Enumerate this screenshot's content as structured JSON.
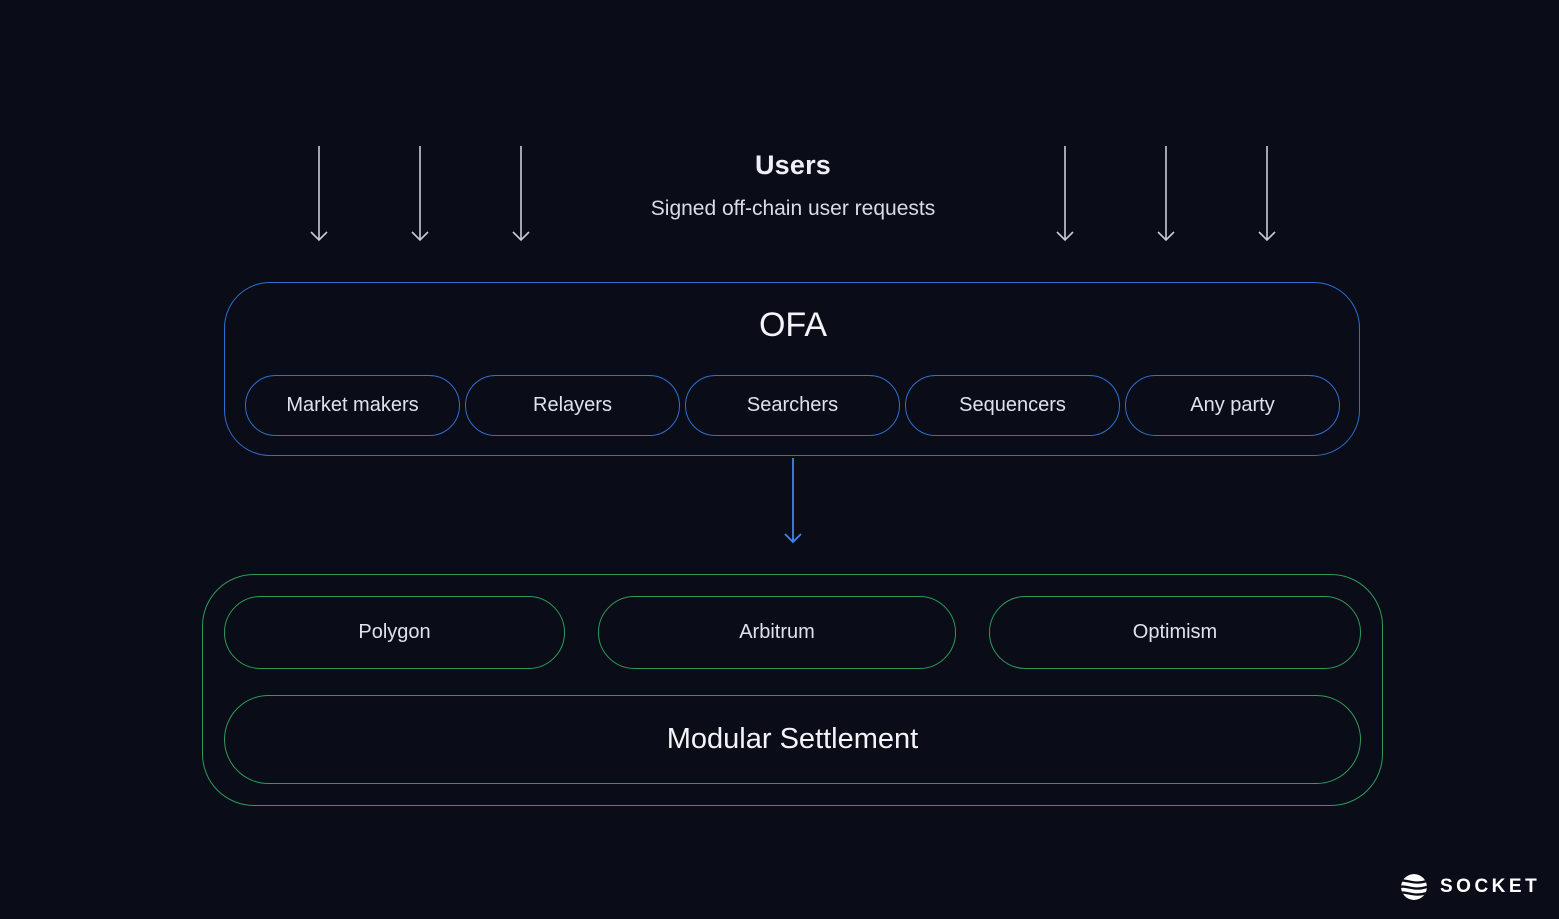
{
  "users": {
    "title": "Users",
    "subtitle": "Signed off-chain user requests"
  },
  "ofa": {
    "title": "OFA",
    "participants": [
      "Market makers",
      "Relayers",
      "Searchers",
      "Sequencers",
      "Any party"
    ]
  },
  "settlement": {
    "chains": [
      "Polygon",
      "Arbitrum",
      "Optimism"
    ],
    "layer_label": "Modular Settlement"
  },
  "brand": {
    "name": "SOCKET",
    "logo_icon": "socket-wave-icon"
  },
  "colors": {
    "background": "#0a0d17",
    "ofa_border": "#2f6fd0",
    "settlement_border": "#2f9a5a",
    "connector_arrow": "#3f86e6",
    "user_arrows": "#c9ccd4"
  }
}
